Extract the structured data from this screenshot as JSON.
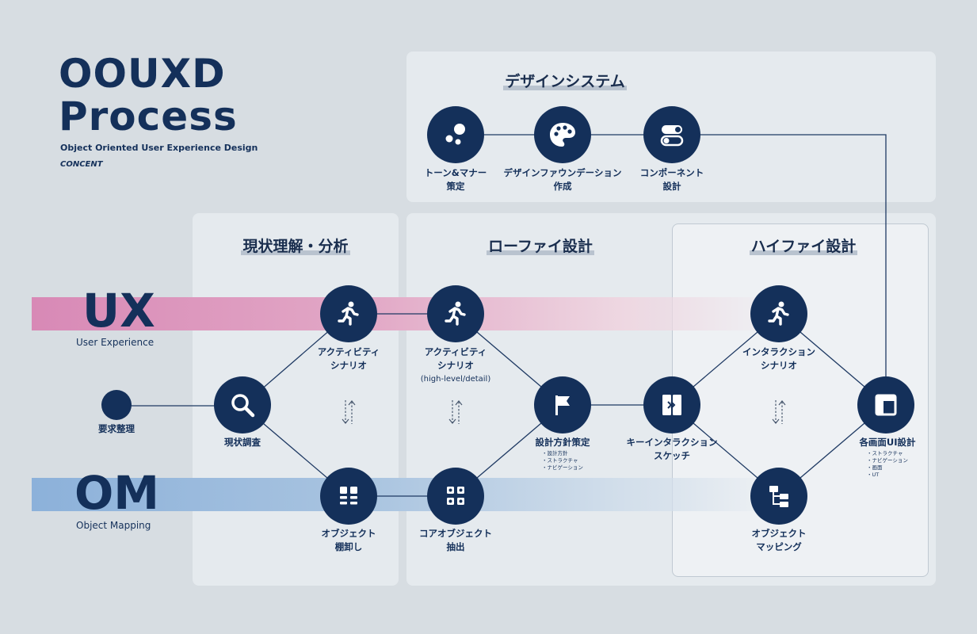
{
  "header": {
    "title_line1": "OOUXD",
    "title_line2": "Process",
    "subtitle": "Object Oriented User Experience Design",
    "brand": "CONCENT"
  },
  "bands": {
    "ux": {
      "label": "UX",
      "sub": "User Experience",
      "color": "#d889b6"
    },
    "om": {
      "label": "OM",
      "sub": "Object Mapping",
      "color": "#8cb1da"
    }
  },
  "sections": {
    "design_system": "デザインシステム",
    "current": "現状理解・分析",
    "lofi": "ローファイ設計",
    "hifi": "ハイファイ設計"
  },
  "nodes": {
    "requirements": {
      "line1": "要求整理"
    },
    "tone": {
      "line1": "トーン&マナー",
      "line2": "策定",
      "icon": "bubbles-icon"
    },
    "foundation": {
      "line1": "デザインファウンデーション",
      "line2": "作成",
      "icon": "palette-icon"
    },
    "component": {
      "line1": "コンポーネント",
      "line2": "設計",
      "icon": "toggle-icon"
    },
    "survey": {
      "line1": "現状調査",
      "icon": "search-icon"
    },
    "activity1": {
      "line1": "アクティビティ",
      "line2": "シナリオ",
      "icon": "running-person-icon"
    },
    "inventory": {
      "line1": "オブジェクト",
      "line2": "棚卸し",
      "icon": "grid-icon"
    },
    "activity2": {
      "line1": "アクティビティ",
      "line2": "シナリオ",
      "line3": "(high-level/detail)",
      "icon": "running-person-icon"
    },
    "core": {
      "line1": "コアオブジェクト",
      "line2": "抽出",
      "icon": "object-grid-icon"
    },
    "policy": {
      "line1": "設計方針策定",
      "items": [
        "設計方針",
        "ストラクチャ",
        "ナビゲーション"
      ],
      "icon": "flag-icon"
    },
    "sketch": {
      "line1": "キーインタラクション",
      "line2": "スケッチ",
      "icon": "sketch-icon"
    },
    "interaction": {
      "line1": "インタラクション",
      "line2": "シナリオ",
      "icon": "running-person-icon"
    },
    "mapping": {
      "line1": "オブジェクト",
      "line2": "マッピング",
      "icon": "tree-icon"
    },
    "screens": {
      "line1": "各画面UI設計",
      "items": [
        "ストラクチャ",
        "ナビゲーション",
        "画面",
        "UT"
      ],
      "icon": "layout-icon"
    }
  },
  "colors": {
    "navy": "#14305a",
    "line": "#1f3a63"
  }
}
